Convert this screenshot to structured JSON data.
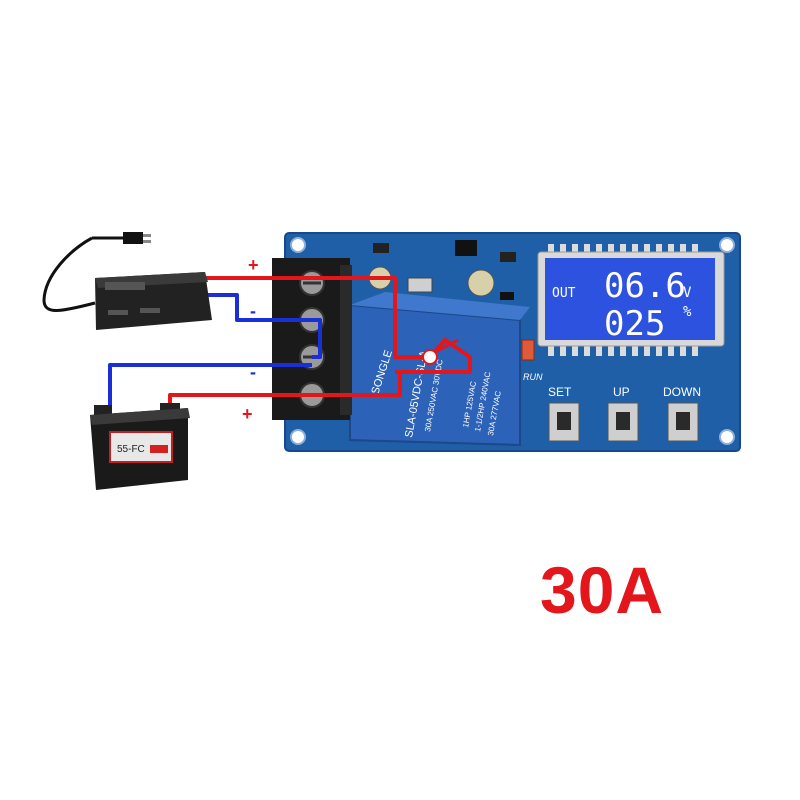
{
  "headline": "30A",
  "lcd": {
    "label": "OUT",
    "voltage": "06.6",
    "voltage_unit": "V",
    "percent": "025",
    "percent_unit": "%"
  },
  "buttons": {
    "set": "SET",
    "up": "UP",
    "down": "DOWN"
  },
  "led_label": "RUN",
  "relay": {
    "brand": "SONGLE",
    "model": "SLA-05VDC-SL-A",
    "rating_1": "30A 250VAC 30VDC",
    "rating_2": "1HP 125VAC",
    "rating_3": "1-1/2HP 240VAC",
    "rating_4": "30A 277VAC"
  },
  "polarity": {
    "top_plus": "+",
    "upper_minus": "-",
    "lower_minus": "-",
    "bottom_plus": "+"
  },
  "battery_label": "55-FC",
  "colors": {
    "pcb": "#1e5fa8",
    "pcb_dark": "#164b87",
    "relay": "#2c62b8",
    "lcd_bg": "#2d52e0",
    "wire_red": "#e3161b",
    "wire_blue": "#1b2fd6",
    "terminal": "#1a1a1a",
    "headline": "#e3161b"
  }
}
